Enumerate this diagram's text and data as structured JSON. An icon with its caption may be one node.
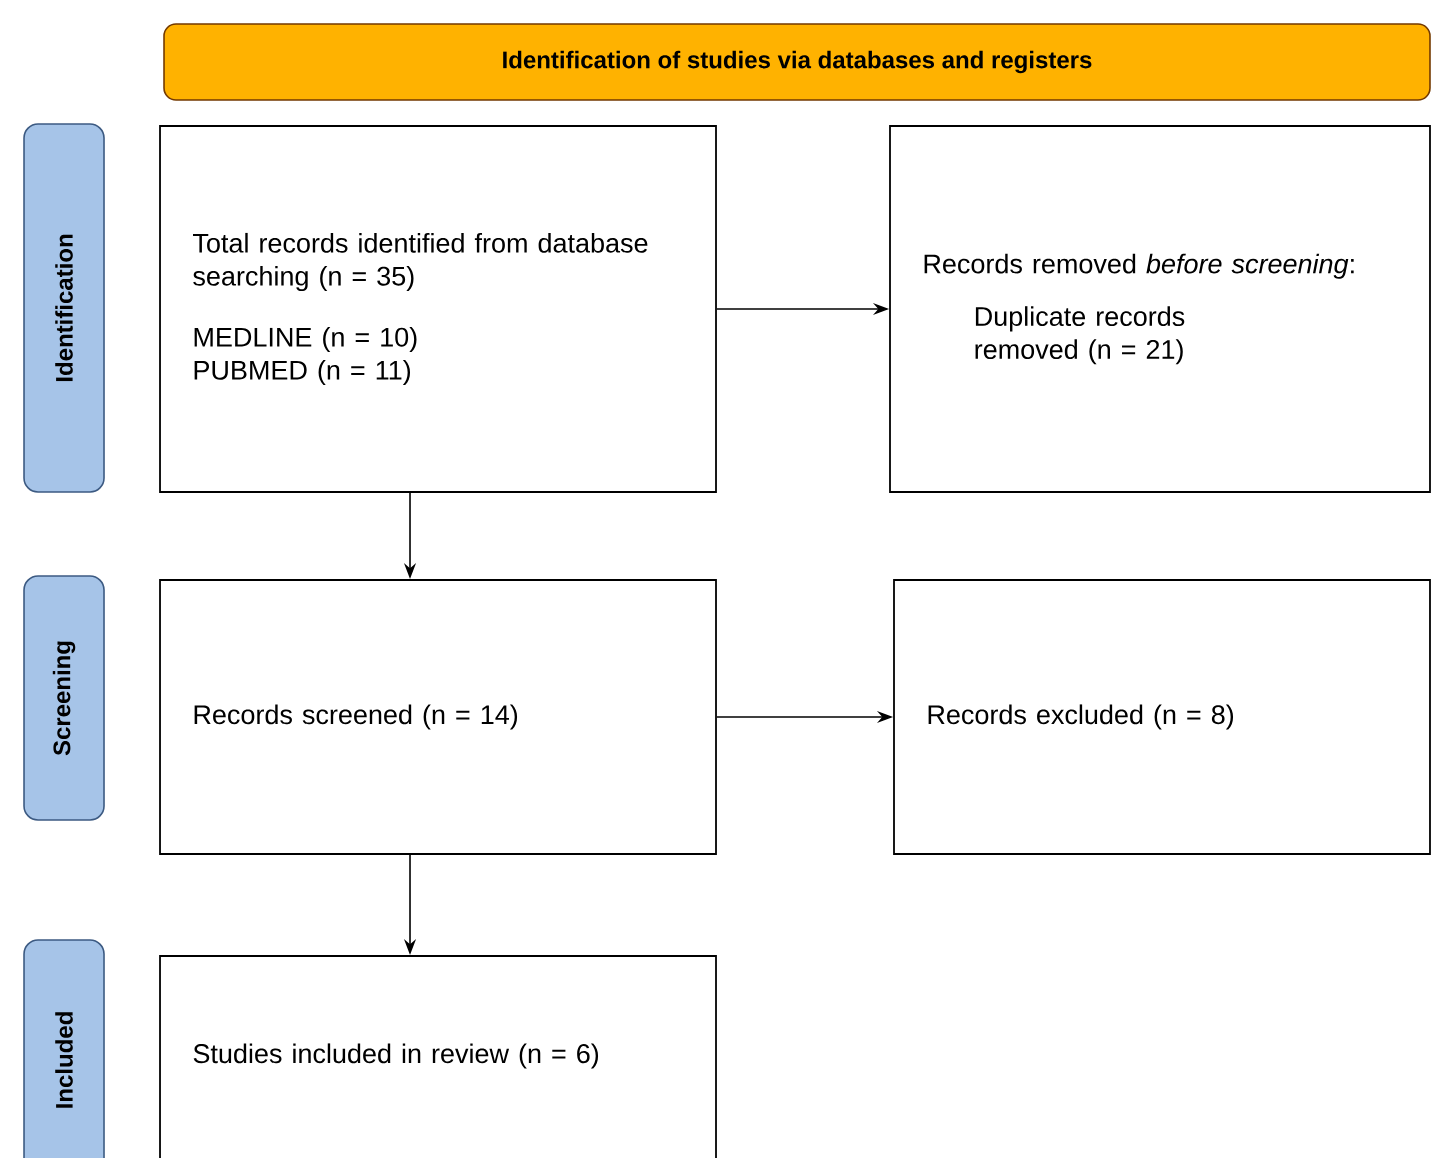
{
  "diagram": {
    "nodes": [
      {
        "text": [
          "Identification of studies via databases and registers"
        ]
      },
      {
        "text": [
          "Identification"
        ]
      },
      {
        "text": [
          "Total records identified from database searching (n = 35)",
          "MEDLINE (n = 10)",
          "PUBMED (n = 11)"
        ]
      },
      {
        "text": [
          "Records removed *before screening*:",
          "Duplicate records removed (n = 21)"
        ]
      },
      {
        "text": [
          "Screening"
        ]
      },
      {
        "text": [
          "Records screened (n = 14)"
        ]
      },
      {
        "text": [
          "Records excluded (n = 8)"
        ]
      },
      {
        "text": [
          "Included"
        ]
      },
      {
        "text": [
          "Studies included in review (n = 6)"
        ]
      }
    ],
    "edges": [
      {
        "from": 2,
        "to": 3,
        "arrow": "to"
      },
      {
        "from": 2,
        "to": 5,
        "arrow": "to"
      },
      {
        "from": 5,
        "to": 6,
        "arrow": "to"
      },
      {
        "from": 5,
        "to": 8,
        "arrow": "to"
      }
    ]
  }
}
